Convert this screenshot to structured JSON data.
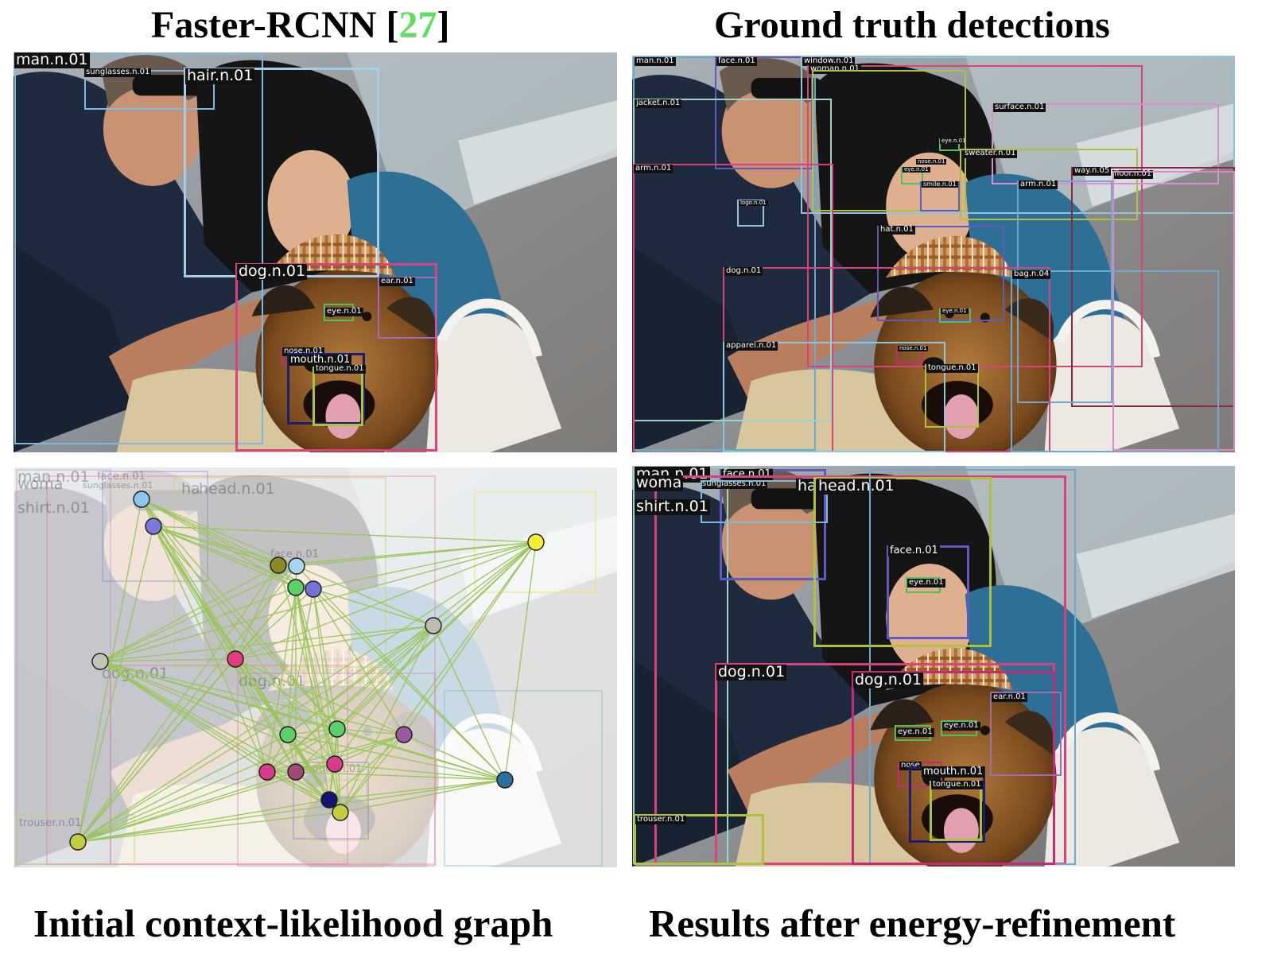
{
  "titles": {
    "faster_rcnn_prefix": "Faster-RCNN [",
    "faster_rcnn_ref": "27",
    "faster_rcnn_suffix": "]",
    "ground_truth": "Ground truth detections",
    "initial_graph": "Initial context-likelihood graph",
    "results": "Results after energy-refinement"
  },
  "colors": {
    "graph_edge": "#98c65c",
    "reference_green": "#5ee05e"
  },
  "panels": {
    "faster_rcnn": {
      "labels": [
        "man.n.01",
        "sunglasses.n.01",
        "hair.n.01",
        "dog.n.01",
        "ear.n.01",
        "eye.n.01",
        "nose.n.01",
        "mouth.n.01",
        "tongue.n.01"
      ]
    },
    "ground_truth": {
      "labels": [
        "man.n.01",
        "face.n.01",
        "window.n.01",
        "woman.n.01",
        "jacket.n.01",
        "surface.n.01",
        "eye.n.01",
        "sweater.n.01",
        "nose.n.01",
        "eye.n.01",
        "arm.n.01",
        "smile.n.01",
        "way.n.05",
        "floor.n.01",
        "arm.n.01",
        "logo.n.01",
        "hat.n.01",
        "dog.n.01",
        "bag.n.04",
        "eye.n.01",
        "apparel.n.01",
        "nose.n.01",
        "tongue.n.01"
      ]
    },
    "graph": {
      "labels": [
        "man.n.01",
        "face.n.01",
        "woma",
        "sunglasses.n.01",
        "ha",
        "head.n.01",
        "shirt.n.01",
        "face.n.01",
        "dog.n.01",
        "dog.n.01",
        "mouth.n.01",
        "trouser.n.01"
      ]
    },
    "results": {
      "labels": [
        "man.n.01",
        "face.n.01",
        "woma",
        "sunglasses.n.01",
        "ha",
        "head.n.01",
        "shirt.n.01",
        "face.n.01",
        "eye.n.01",
        "dog.n.01",
        "dog.n.01",
        "ear.n.01",
        "eye.n.01",
        "eye.n.01",
        "nose",
        "mouth.n.01",
        "tongue.n.01",
        "trouser.n.01"
      ]
    }
  }
}
